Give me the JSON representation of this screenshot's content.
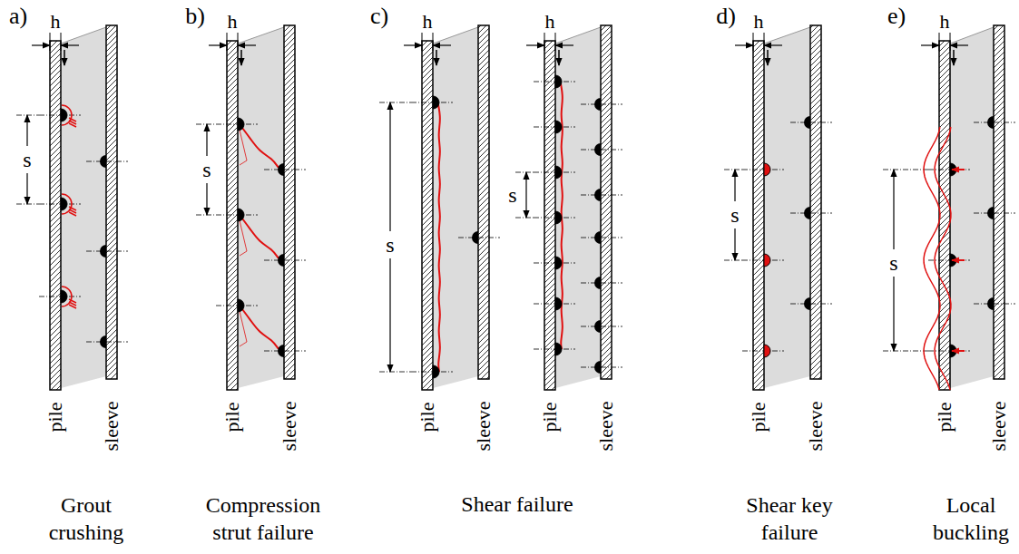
{
  "diagram": {
    "labels": [
      "a)",
      "h",
      "s",
      "pile",
      "sleeve",
      "Grout crushing",
      "b)",
      "h",
      "s",
      "pile",
      "sleeve",
      "Compression strut failure",
      "c)",
      "h",
      "h",
      "s",
      "s",
      "pile",
      "sleeve",
      "pile",
      "sleeve",
      "Shear failure",
      "d)",
      "h",
      "s",
      "pile",
      "sleeve",
      "Shear key failure",
      "e)",
      "h",
      "s",
      "pile",
      "sleeve",
      "Local buckling"
    ]
  }
}
